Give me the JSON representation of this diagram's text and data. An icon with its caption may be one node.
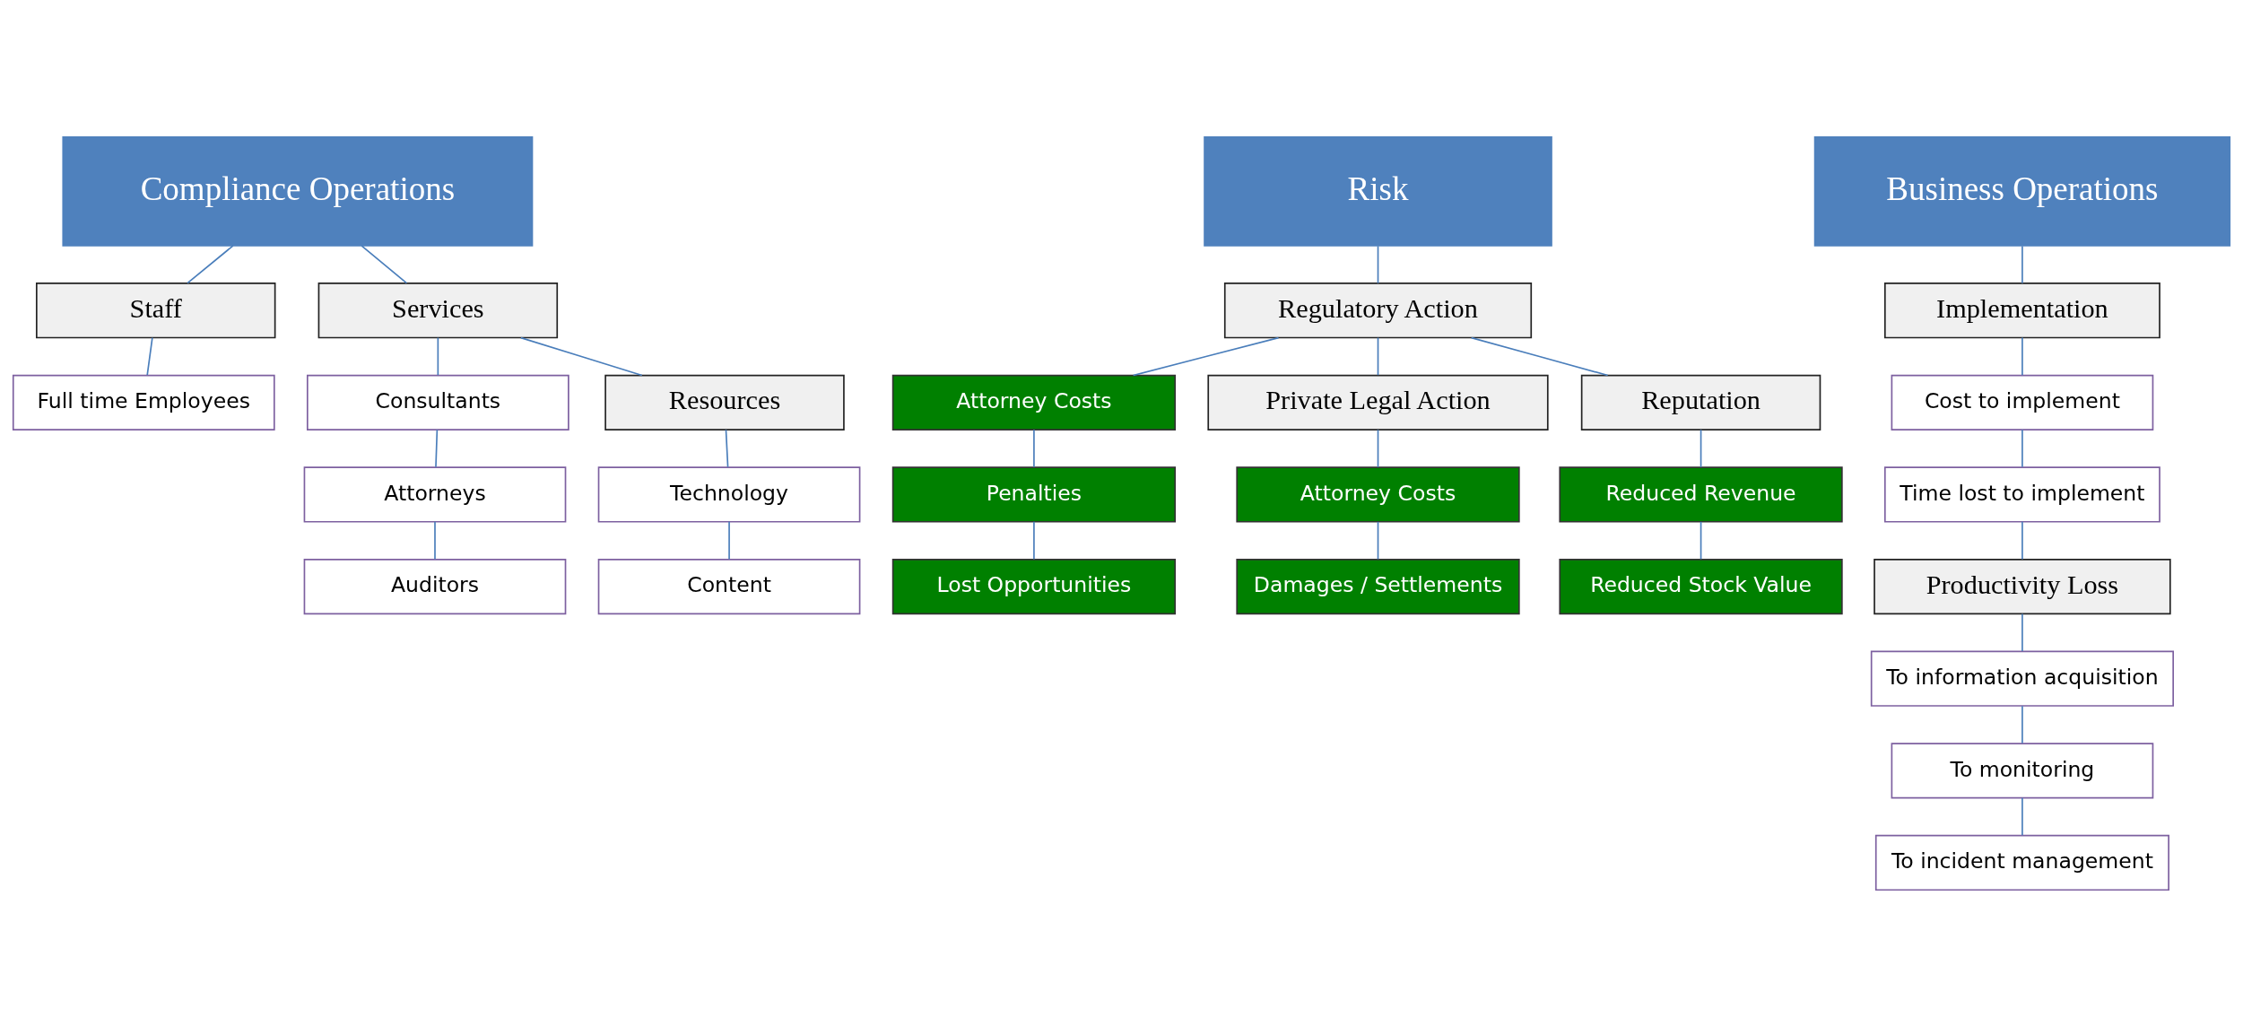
{
  "diagram": {
    "nodes": [
      {
        "text": [
          "Compliance Operations"
        ]
      },
      {
        "text": [
          "Staff"
        ]
      },
      {
        "text": [
          "Full time Employees"
        ]
      },
      {
        "text": [
          "Services"
        ]
      },
      {
        "text": [
          "Consultants"
        ]
      },
      {
        "text": [
          "Attorneys"
        ]
      },
      {
        "text": [
          "Auditors"
        ]
      },
      {
        "text": [
          "Resources"
        ]
      },
      {
        "text": [
          "Technology"
        ]
      },
      {
        "text": [
          "Content"
        ]
      },
      {
        "text": [
          "Risk"
        ]
      },
      {
        "text": [
          "Regulatory Action"
        ]
      },
      {
        "text": [
          "Attorney Costs"
        ]
      },
      {
        "text": [
          "Penalties"
        ]
      },
      {
        "text": [
          "Lost Opportunities"
        ]
      },
      {
        "text": [
          "Private Legal Action"
        ]
      },
      {
        "text": [
          "Attorney Costs"
        ]
      },
      {
        "text": [
          "Damages / Settlements"
        ]
      },
      {
        "text": [
          "Reputation"
        ]
      },
      {
        "text": [
          "Reduced Revenue"
        ]
      },
      {
        "text": [
          "Reduced Stock Value"
        ]
      },
      {
        "text": [
          "Business Operations"
        ]
      },
      {
        "text": [
          "Implementation"
        ]
      },
      {
        "text": [
          "Cost to implement"
        ]
      },
      {
        "text": [
          "Time lost to implement"
        ]
      },
      {
        "text": [
          "Productivity Loss"
        ]
      },
      {
        "text": [
          "To information acquisition"
        ]
      },
      {
        "text": [
          "To monitoring"
        ]
      },
      {
        "text": [
          "To incident management"
        ]
      }
    ],
    "edges": [
      {
        "from": 0,
        "to": 1,
        "arrow": "none"
      },
      {
        "from": 1,
        "to": 2,
        "arrow": "none"
      },
      {
        "from": 0,
        "to": 3,
        "arrow": "none"
      },
      {
        "from": 3,
        "to": 4,
        "arrow": "none"
      },
      {
        "from": 4,
        "to": 5,
        "arrow": "none"
      },
      {
        "from": 5,
        "to": 6,
        "arrow": "none"
      },
      {
        "from": 3,
        "to": 7,
        "arrow": "none"
      },
      {
        "from": 7,
        "to": 8,
        "arrow": "none"
      },
      {
        "from": 8,
        "to": 9,
        "arrow": "none"
      },
      {
        "from": 10,
        "to": 11,
        "arrow": "none"
      },
      {
        "from": 11,
        "to": 12,
        "arrow": "none"
      },
      {
        "from": 12,
        "to": 13,
        "arrow": "none"
      },
      {
        "from": 13,
        "to": 14,
        "arrow": "none"
      },
      {
        "from": 11,
        "to": 15,
        "arrow": "none"
      },
      {
        "from": 11,
        "to": 18,
        "arrow": "none"
      },
      {
        "from": 15,
        "to": 16,
        "arrow": "none"
      },
      {
        "from": 16,
        "to": 17,
        "arrow": "none"
      },
      {
        "from": 18,
        "to": 19,
        "arrow": "none"
      },
      {
        "from": 19,
        "to": 20,
        "arrow": "none"
      },
      {
        "from": 21,
        "to": 22,
        "arrow": "none"
      },
      {
        "from": 22,
        "to": 23,
        "arrow": "none"
      },
      {
        "from": 23,
        "to": 24,
        "arrow": "none"
      },
      {
        "from": 24,
        "to": 25,
        "arrow": "none"
      },
      {
        "from": 25,
        "to": 26,
        "arrow": "none"
      },
      {
        "from": 26,
        "to": 27,
        "arrow": "none"
      },
      {
        "from": 27,
        "to": 28,
        "arrow": "none"
      }
    ]
  }
}
